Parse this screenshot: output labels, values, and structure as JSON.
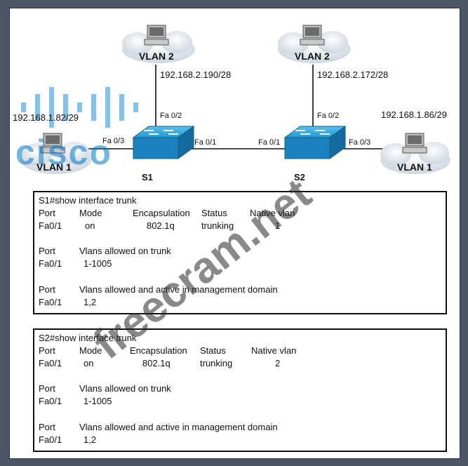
{
  "hosts": {
    "s1_vlan2": {
      "vlan": "VLAN 2",
      "ip": "192.168.2.190/28"
    },
    "s2_vlan2": {
      "vlan": "VLAN 2",
      "ip": "192.168.2.172/28"
    },
    "s1_vlan1": {
      "vlan": "VLAN 1",
      "ip": "192.168.1.82/29"
    },
    "s2_vlan1": {
      "vlan": "VLAN 1",
      "ip": "192.168.1.86/29"
    }
  },
  "switches": {
    "s1": "S1",
    "s2": "S2"
  },
  "ports": {
    "s1_fa02": "Fa 0/2",
    "s1_fa03": "Fa 0/3",
    "s1_fa01": "Fa 0/1",
    "s2_fa01": "Fa 0/1",
    "s2_fa02": "Fa 0/2",
    "s2_fa03": "Fa 0/3"
  },
  "s1_output": {
    "command": "S1#show interface trunk",
    "h_port": "Port",
    "h_mode": "Mode",
    "h_encap": "Encapsulation",
    "h_status": "Status",
    "h_native": "Native vlan",
    "r_port": "Fa0/1",
    "r_mode": "on",
    "r_encap": "802.1q",
    "r_status": "trunking",
    "r_native": "1",
    "allowed_h_port": "Port",
    "allowed_h": "Vlans allowed on trunk",
    "allowed_port": "Fa0/1",
    "allowed_val": "1-1005",
    "active_h_port": "Port",
    "active_h": "Vlans allowed and active in management domain",
    "active_port": "Fa0/1",
    "active_val": "1,2"
  },
  "s2_output": {
    "command": "S2#show interface trunk",
    "h_port": "Port",
    "h_mode": "Mode",
    "h_encap": "Encapsulation",
    "h_status": "Status",
    "h_native": "Native vlan",
    "r_port": "Fa0/1",
    "r_mode": "on",
    "r_encap": "802.1q",
    "r_status": "trunking",
    "r_native": "2",
    "allowed_h_port": "Port",
    "allowed_h": "Vlans allowed on trunk",
    "allowed_port": "Fa0/1",
    "allowed_val": "1-1005",
    "active_h_port": "Port",
    "active_h": "Vlans allowed and active in management domain",
    "active_port": "Fa0/1",
    "active_val": "1,2"
  },
  "watermark": {
    "text": "freecram.net",
    "logo": "cisco"
  },
  "colors": {
    "cloud": "#e9edf2",
    "switch": "#1f8fc9",
    "background": "#4d5667"
  }
}
